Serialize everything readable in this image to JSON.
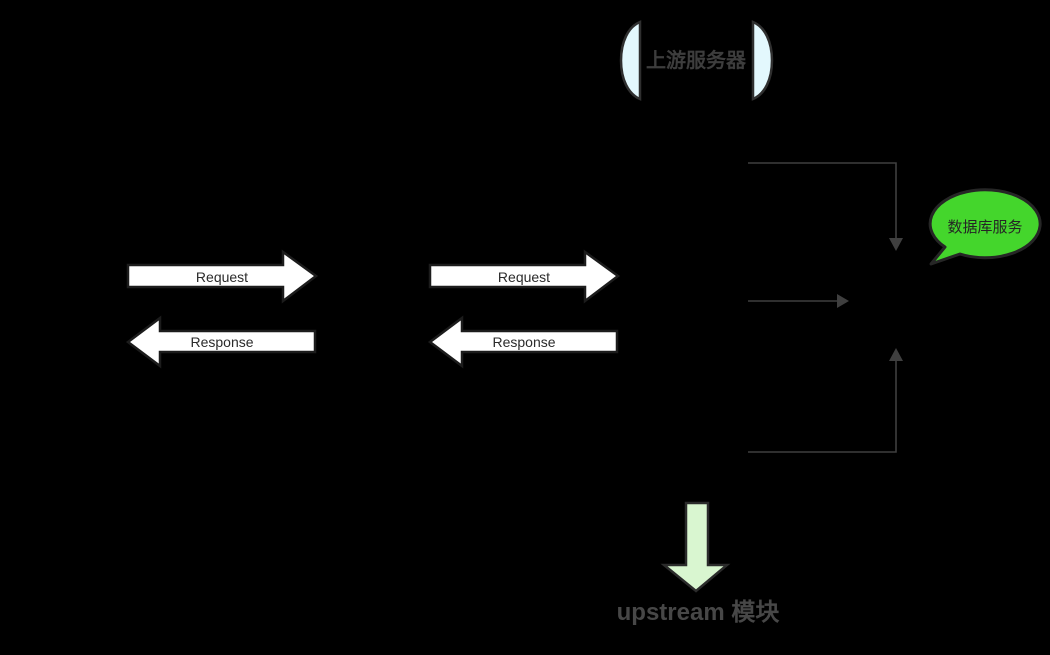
{
  "upstream_server": {
    "label": "上游服务器"
  },
  "flow_left": {
    "request_label": "Request",
    "response_label": "Response"
  },
  "flow_right": {
    "request_label": "Request",
    "response_label": "Response"
  },
  "database_bubble": {
    "label": "数据库服务"
  },
  "module_caption": {
    "label": "upstream 模块"
  },
  "colors": {
    "background": "#000000",
    "bracket_fill": "#e3f8fd",
    "bubble_green": "#44d62c",
    "module_arrow_green": "#d9f6d0",
    "block_arrow_fill": "#ffffff",
    "outline_dark": "#1c1c1c",
    "connector_gray": "#3f3f3f",
    "label_dark": "#2b2b2b"
  }
}
